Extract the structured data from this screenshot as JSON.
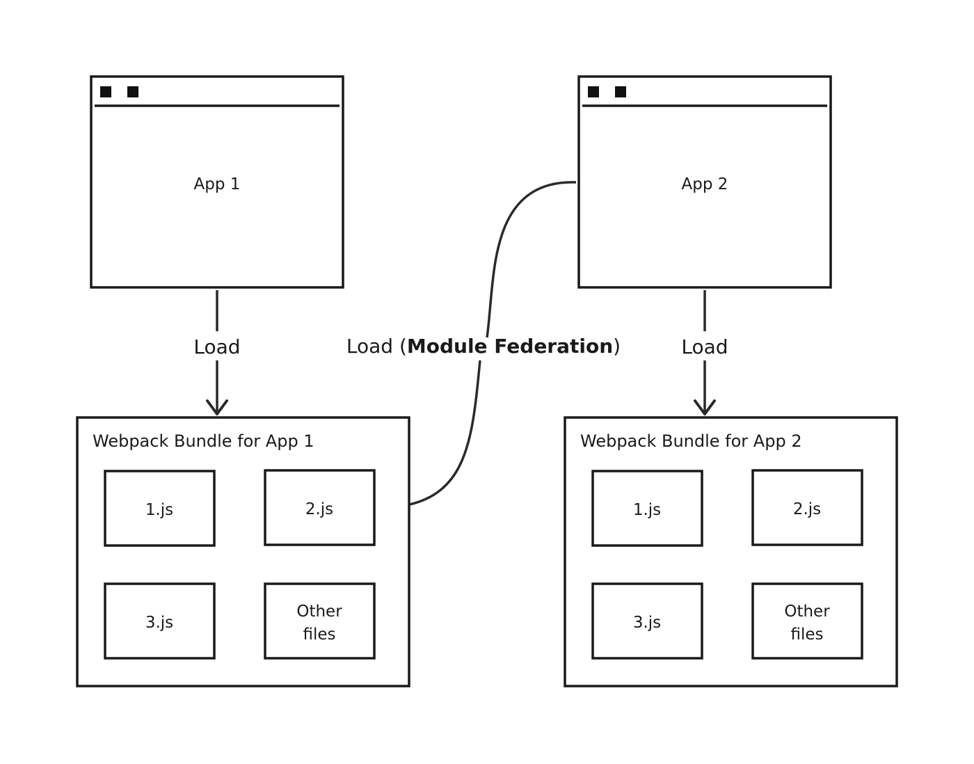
{
  "apps": [
    {
      "id": "app1",
      "label": "App 1"
    },
    {
      "id": "app2",
      "label": "App 2"
    }
  ],
  "edges": {
    "load_app1": "Load",
    "load_app2": "Load",
    "federation_prefix": "Load (",
    "federation_bold": "Module Federation",
    "federation_suffix": ")"
  },
  "bundles": [
    {
      "id": "bundle1",
      "title": "Webpack Bundle for App 1",
      "files": [
        {
          "lines": [
            "1.js"
          ]
        },
        {
          "lines": [
            "2.js"
          ]
        },
        {
          "lines": [
            "3.js"
          ]
        },
        {
          "lines": [
            "Other",
            "files"
          ]
        }
      ]
    },
    {
      "id": "bundle2",
      "title": "Webpack Bundle for App 2",
      "files": [
        {
          "lines": [
            "1.js"
          ]
        },
        {
          "lines": [
            "2.js"
          ]
        },
        {
          "lines": [
            "3.js"
          ]
        },
        {
          "lines": [
            "Other",
            "files"
          ]
        }
      ]
    }
  ],
  "colors": {
    "stroke": "#1a1a1a",
    "background": "#ffffff"
  }
}
